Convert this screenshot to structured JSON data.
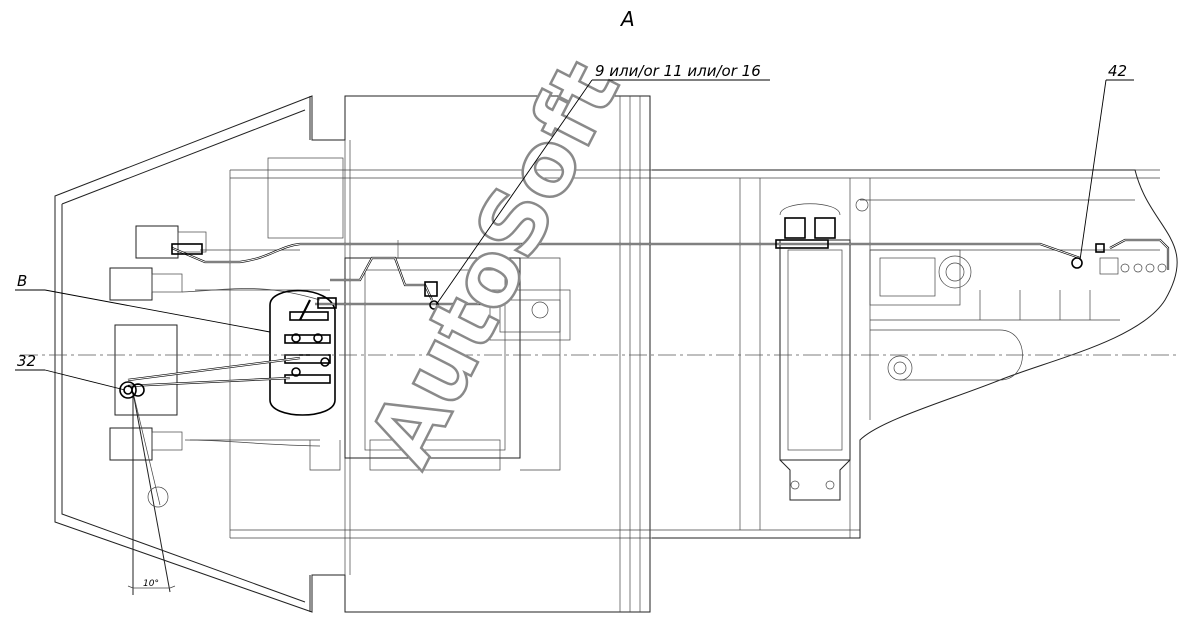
{
  "view_label": "А",
  "callouts": {
    "pipe_ref": "9 или/or 11 или/or 16",
    "item_42": "42",
    "detail_b": "В",
    "item_32": "32"
  },
  "angle_dim": "10°",
  "watermark": "AutoSoft"
}
